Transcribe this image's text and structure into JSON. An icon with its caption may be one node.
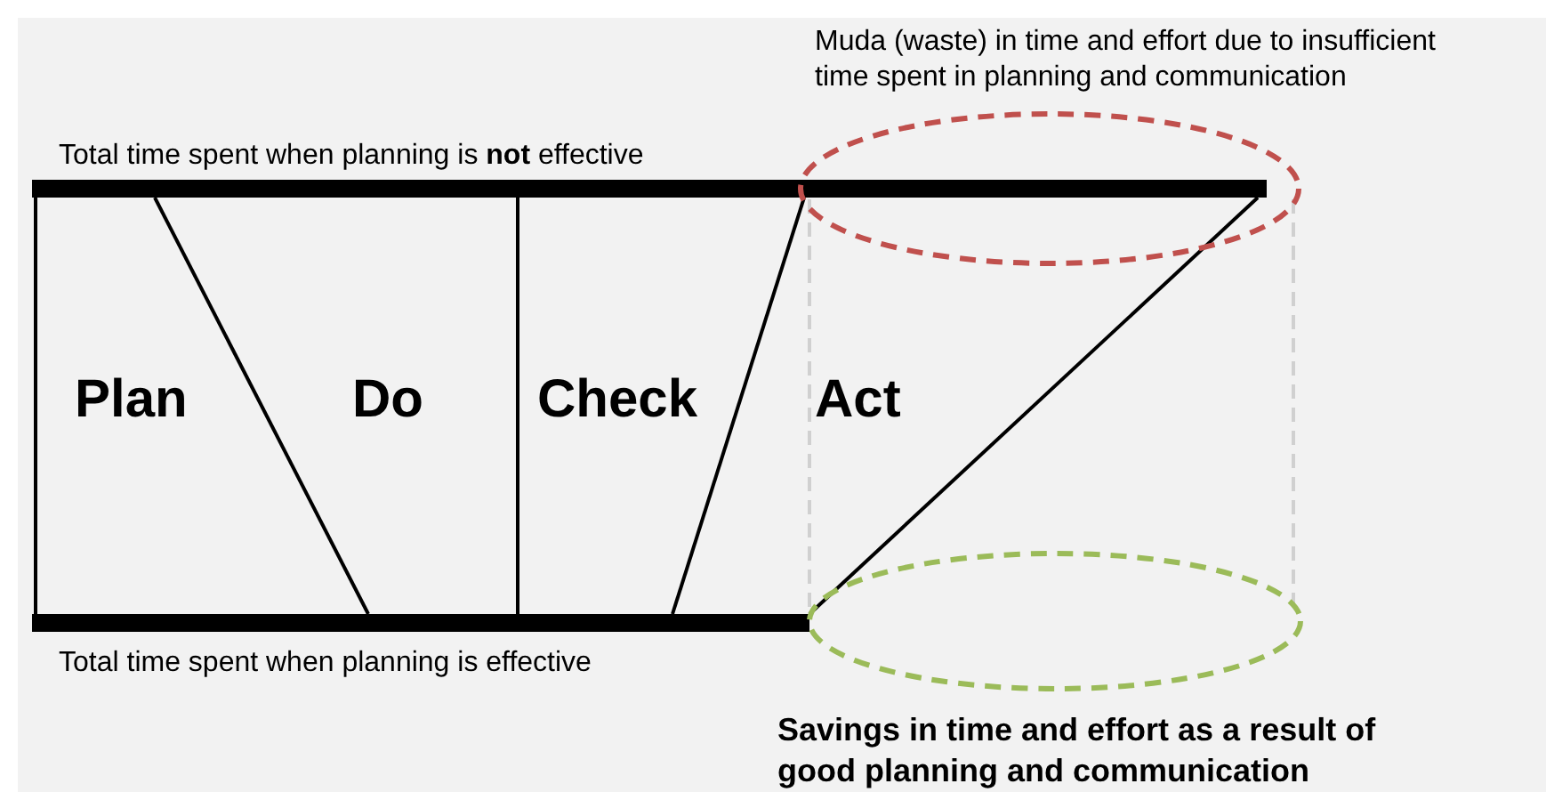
{
  "diagram": {
    "labels": [
      "Muda (waste) in time and effort due to insufficient time spent in planning and communication",
      "Total time spent when planning is **not** effective",
      "Plan",
      "Do",
      "Check",
      "Act",
      "Total time spent when planning is effective",
      "Savings in time and effort as a result of good planning and communication"
    ]
  }
}
